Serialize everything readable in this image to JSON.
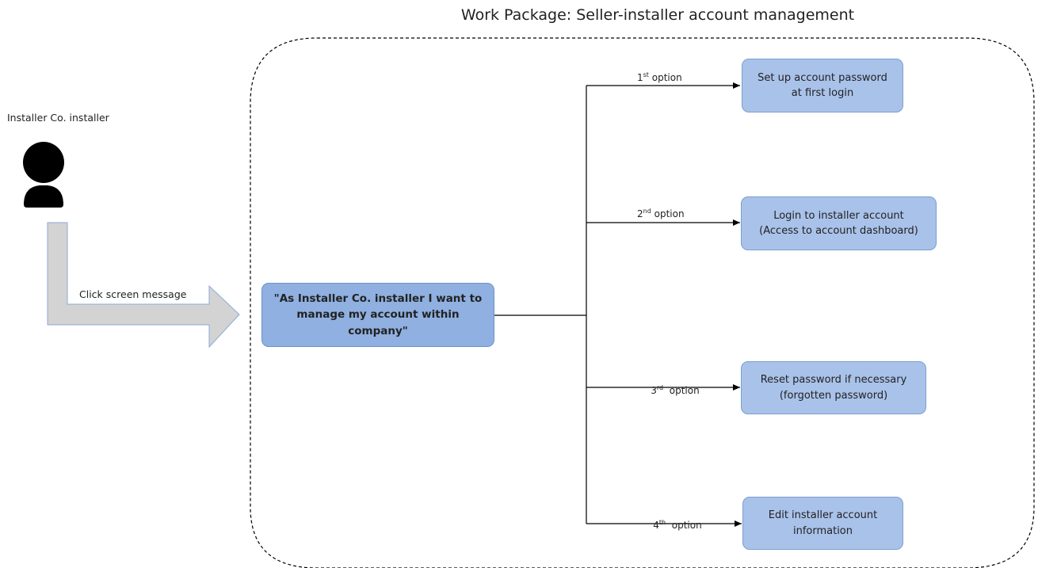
{
  "title": "Work Package: Seller-installer account management",
  "actor": {
    "label": "Installer Co. installer",
    "icon": "person-icon",
    "color": "#000000"
  },
  "flow_arrow": {
    "label": "Click screen message",
    "color": "#d3d3d3"
  },
  "main_box": {
    "line1": "\"As Installer Co. installer I want to",
    "line2": "manage my account within company\"",
    "fill": "#8fb0e0"
  },
  "options": [
    {
      "num": "1",
      "suffix": "st",
      "text": " option",
      "line1": "Set up account password",
      "line2": "at first login"
    },
    {
      "num": "2",
      "suffix": "nd",
      "text": " option",
      "line1": "Login to installer account",
      "line2": "(Access to account dashboard)"
    },
    {
      "num": "3",
      "suffix": "rd",
      "text": "  option",
      "line1": "Reset password if necessary",
      "line2": "(forgotten password)"
    },
    {
      "num": "4",
      "suffix": "th",
      "text": "  option",
      "line1": "Edit installer account",
      "line2": "information"
    }
  ],
  "colors": {
    "box_fill": "#a9c2ea",
    "box_border": "#7c9ed0",
    "boundary": "#000000"
  }
}
